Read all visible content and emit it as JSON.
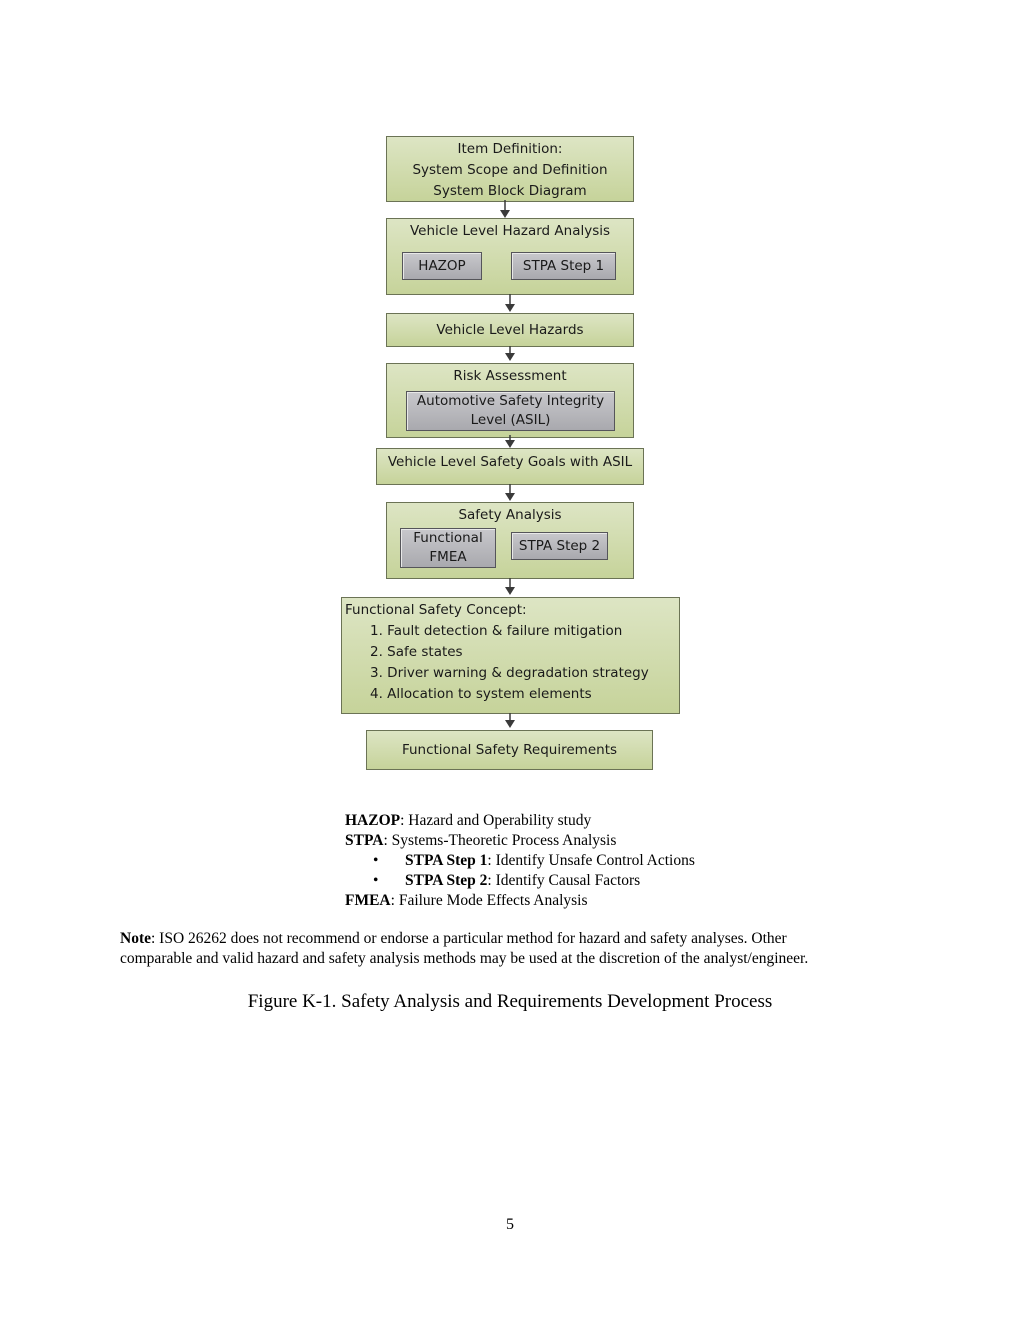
{
  "flowchart": {
    "item_definition": [
      "Item Definition:",
      "System Scope and Definition",
      "System Block Diagram"
    ],
    "vehicle_hazard_analysis": {
      "title": "Vehicle Level Hazard Analysis",
      "methods": [
        "HAZOP",
        "STPA Step 1"
      ]
    },
    "vehicle_level_hazards": "Vehicle Level Hazards",
    "risk_assessment": {
      "title": "Risk Assessment",
      "asil": [
        "Automotive Safety Integrity",
        "Level (ASIL)"
      ]
    },
    "safety_goals": "Vehicle Level Safety Goals with ASIL",
    "safety_analysis": {
      "title": "Safety Analysis",
      "fmea": [
        "Functional",
        "FMEA"
      ],
      "stpa2": "STPA Step 2"
    },
    "functional_safety_concept": {
      "title": "Functional Safety  Concept:",
      "items": [
        "1. Fault detection & failure mitigation",
        "2. Safe states",
        "3. Driver warning & degradation strategy",
        "4. Allocation to system elements"
      ]
    },
    "functional_safety_requirements": "Functional Safety Requirements",
    "colors": {
      "box_fill": "#c6d39a",
      "inner_fill": "#a9a9ae",
      "arrow": "#3a3a3a"
    }
  },
  "legend": {
    "hazop": {
      "term": "HAZOP",
      "definition": ": Hazard and Operability study"
    },
    "stpa": {
      "term": "STPA",
      "definition": ": Systems-Theoretic Process Analysis"
    },
    "stpa_steps": [
      {
        "term": "STPA Step 1",
        "definition": ": Identify Unsafe Control Actions"
      },
      {
        "term": "STPA Step 2",
        "definition": ": Identify Causal Factors"
      }
    ],
    "fmea": {
      "term": "FMEA",
      "definition": ": Failure Mode Effects Analysis"
    }
  },
  "note": {
    "label": "Note",
    "line1": ": ISO 26262 does not recommend or endorse a particular method for hazard and safety analyses. Other",
    "line2": "comparable and valid hazard and safety analysis methods may be used at the discretion of the analyst/engineer."
  },
  "caption": "Figure K-1. Safety Analysis and Requirements Development Process",
  "page_number": "5"
}
